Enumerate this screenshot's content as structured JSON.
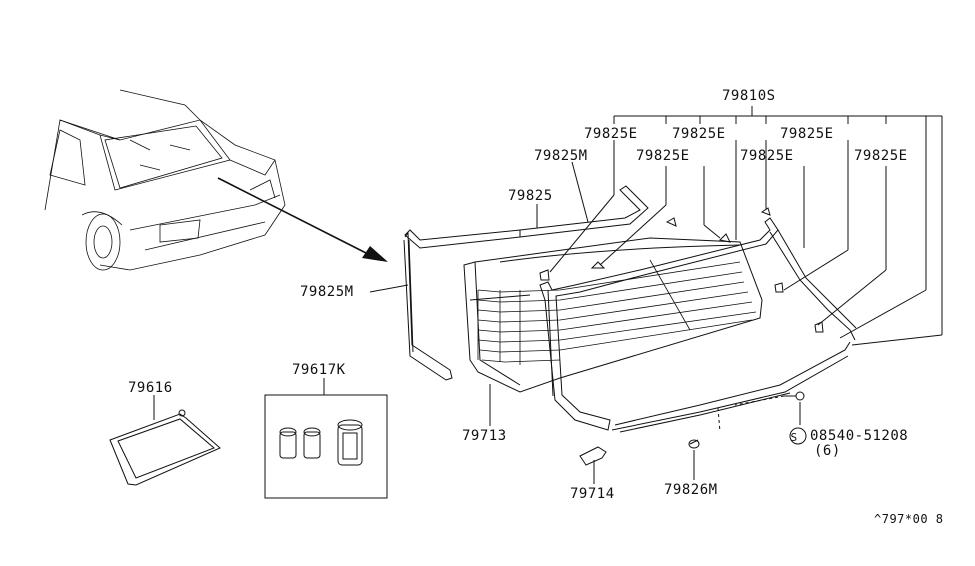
{
  "diagram": {
    "part_labels": {
      "p79810s": "79810S",
      "p79825e_1": "79825E",
      "p79825e_2": "79825E",
      "p79825e_3": "79825E",
      "p79825e_4": "79825E",
      "p79825e_5": "79825E",
      "p79825e_6": "79825E",
      "p79825m_top": "79825M",
      "p79825": "79825",
      "p79825m_left": "79825M",
      "p79713": "79713",
      "p79714": "79714",
      "p79826m": "79826M",
      "p08540": "08540-51208",
      "p08540_qty": "(6)",
      "p79616": "79616",
      "p79617k": "79617K"
    },
    "bolt_symbol": "S",
    "footer_code": "^797*00 8"
  }
}
